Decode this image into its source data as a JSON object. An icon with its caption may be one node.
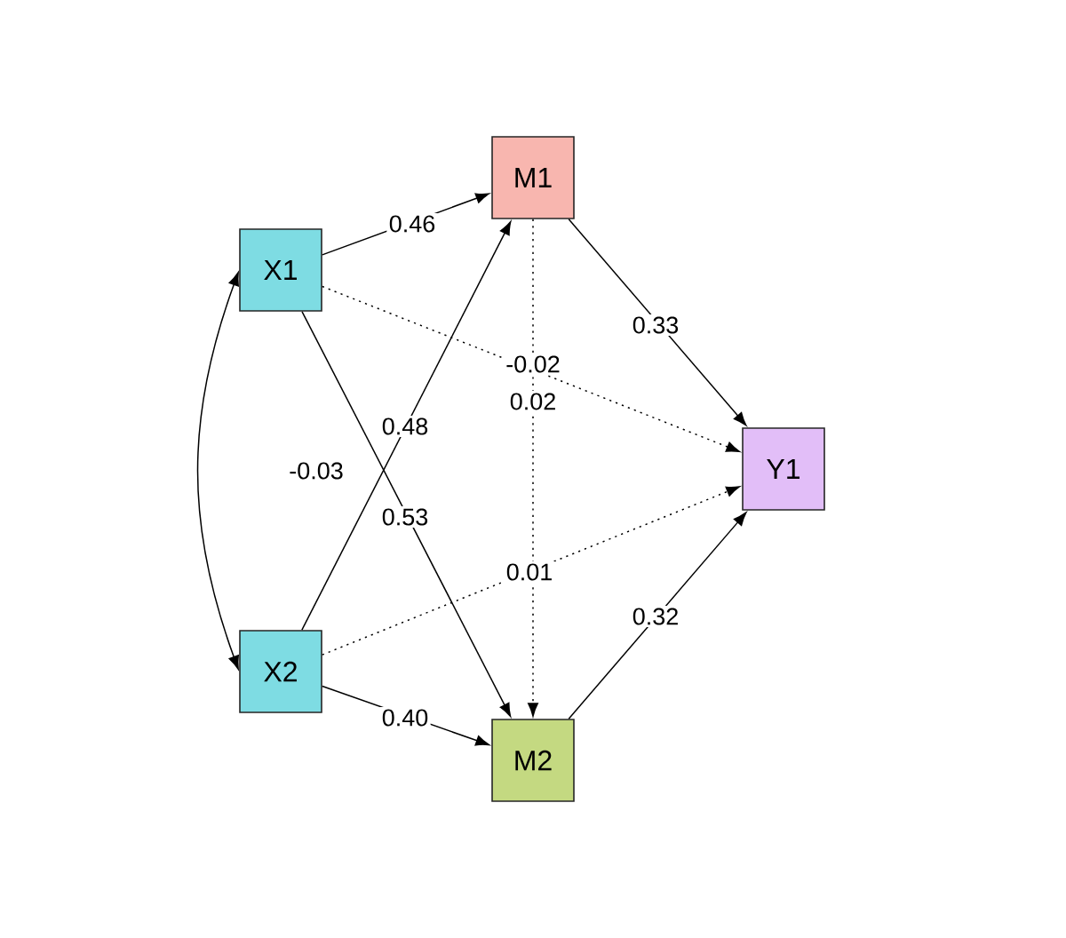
{
  "diagram": {
    "nodes": [
      {
        "text": [
          "M1"
        ]
      },
      {
        "text": [
          "X1"
        ]
      },
      {
        "text": [
          "Y1"
        ]
      },
      {
        "text": [
          "X2"
        ]
      },
      {
        "text": [
          "M2"
        ]
      }
    ],
    "edges": [
      {
        "from": 1,
        "to": 0,
        "arrow": "to",
        "label": "0.46"
      },
      {
        "from": 1,
        "to": 4,
        "arrow": "to",
        "label": "0.53"
      },
      {
        "from": 1,
        "to": 2,
        "arrow": "to",
        "label": "-0.02",
        "style": "dashed"
      },
      {
        "from": 3,
        "to": 0,
        "arrow": "to",
        "label": "0.48"
      },
      {
        "from": 3,
        "to": 4,
        "arrow": "to",
        "label": "0.40"
      },
      {
        "from": 3,
        "to": 2,
        "arrow": "to",
        "label": "0.01",
        "style": "dashed"
      },
      {
        "from": 0,
        "to": 4,
        "arrow": "to",
        "label": "0.02",
        "style": "dashed"
      },
      {
        "from": 0,
        "to": 2,
        "arrow": "to",
        "label": "0.33"
      },
      {
        "from": 4,
        "to": 2,
        "arrow": "to",
        "label": "0.32"
      },
      {
        "from": 1,
        "to": 3,
        "arrow": "both",
        "label": "-0.03"
      }
    ]
  }
}
